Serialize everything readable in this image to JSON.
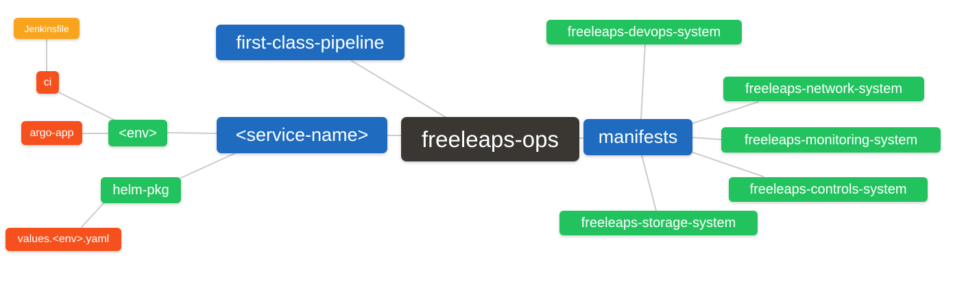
{
  "diagram": {
    "type": "mindmap",
    "background": "#ffffff",
    "edge_color": "#cccccc",
    "palette": {
      "bg": "#ffffff",
      "edge": "#cccccc",
      "text": "#ffffff",
      "root": "#3a3733",
      "level1": "#1e6bc0",
      "level2": "#22c35e",
      "level3": "#f6501c",
      "level4": "#f9a41d"
    },
    "nodes": {
      "freeleaps_ops": {
        "label": "freeleaps-ops",
        "level": 0,
        "color": "#3a3733"
      },
      "first_class_pipeline": {
        "label": "first-class-pipeline",
        "level": 1,
        "color": "#1e6bc0"
      },
      "service_name": {
        "label": "<service-name>",
        "level": 1,
        "color": "#1e6bc0"
      },
      "manifests": {
        "label": "manifests",
        "level": 1,
        "color": "#1e6bc0"
      },
      "env": {
        "label": "<env>",
        "level": 2,
        "color": "#22c35e"
      },
      "helm_pkg": {
        "label": "helm-pkg",
        "level": 2,
        "color": "#22c35e"
      },
      "ci": {
        "label": "ci",
        "level": 3,
        "color": "#f6501c"
      },
      "argo_app": {
        "label": "argo-app",
        "level": 3,
        "color": "#f6501c"
      },
      "values_env_yaml": {
        "label": "values.<env>.yaml",
        "level": 3,
        "color": "#f6501c"
      },
      "jenkinsfile": {
        "label": "Jenkinsfile",
        "level": 4,
        "color": "#f9a41d"
      },
      "devops_system": {
        "label": "freeleaps-devops-system",
        "level": 2,
        "color": "#22c35e"
      },
      "network_system": {
        "label": "freeleaps-network-system",
        "level": 2,
        "color": "#22c35e"
      },
      "monitoring_system": {
        "label": "freeleaps-monitoring-system",
        "level": 2,
        "color": "#22c35e"
      },
      "controls_system": {
        "label": "freeleaps-controls-system",
        "level": 2,
        "color": "#22c35e"
      },
      "storage_system": {
        "label": "freeleaps-storage-system",
        "level": 2,
        "color": "#22c35e"
      }
    },
    "edges": [
      {
        "from": "jenkinsfile",
        "to": "ci"
      },
      {
        "from": "ci",
        "to": "env"
      },
      {
        "from": "argo_app",
        "to": "env"
      },
      {
        "from": "env",
        "to": "service_name"
      },
      {
        "from": "helm_pkg",
        "to": "service_name"
      },
      {
        "from": "values_env_yaml",
        "to": "helm_pkg"
      },
      {
        "from": "first_class_pipeline",
        "to": "freeleaps_ops"
      },
      {
        "from": "service_name",
        "to": "freeleaps_ops"
      },
      {
        "from": "freeleaps_ops",
        "to": "manifests"
      },
      {
        "from": "manifests",
        "to": "devops_system"
      },
      {
        "from": "manifests",
        "to": "network_system"
      },
      {
        "from": "manifests",
        "to": "monitoring_system"
      },
      {
        "from": "manifests",
        "to": "controls_system"
      },
      {
        "from": "manifests",
        "to": "storage_system"
      }
    ]
  }
}
